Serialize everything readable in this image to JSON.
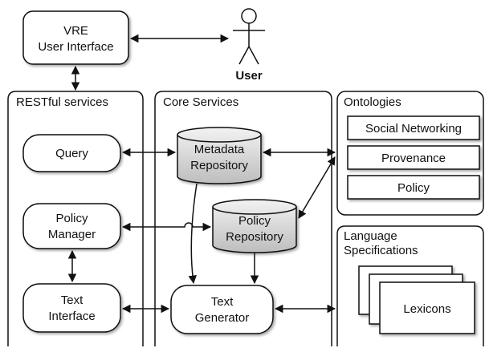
{
  "colors": {
    "stroke": "#111111",
    "box_fill": "#ffffff",
    "cylinder_fill_light": "#f2f2f2",
    "cylinder_fill_dark": "#bdbdbd"
  },
  "vre": {
    "line1": "VRE",
    "line2": "User Interface"
  },
  "user": {
    "label": "User",
    "icon": "stick-figure-icon"
  },
  "panels": {
    "restful": {
      "title": "RESTful services"
    },
    "core": {
      "title": "Core Services"
    },
    "ontologies": {
      "title": "Ontologies"
    },
    "language": {
      "line1": "Language",
      "line2": "Specifications"
    }
  },
  "restful_nodes": {
    "query": "Query",
    "policy_manager": {
      "line1": "Policy",
      "line2": "Manager"
    },
    "text_interface": {
      "line1": "Text",
      "line2": "Interface"
    }
  },
  "core_nodes": {
    "metadata_repo": {
      "line1": "Metadata",
      "line2": "Repository"
    },
    "policy_repo": {
      "line1": "Policy",
      "line2": "Repository"
    },
    "text_generator": {
      "line1": "Text",
      "line2": "Generator"
    }
  },
  "ontology_items": [
    "Social Networking",
    "Provenance",
    "Policy"
  ],
  "lexicons": {
    "label": "Lexicons"
  }
}
